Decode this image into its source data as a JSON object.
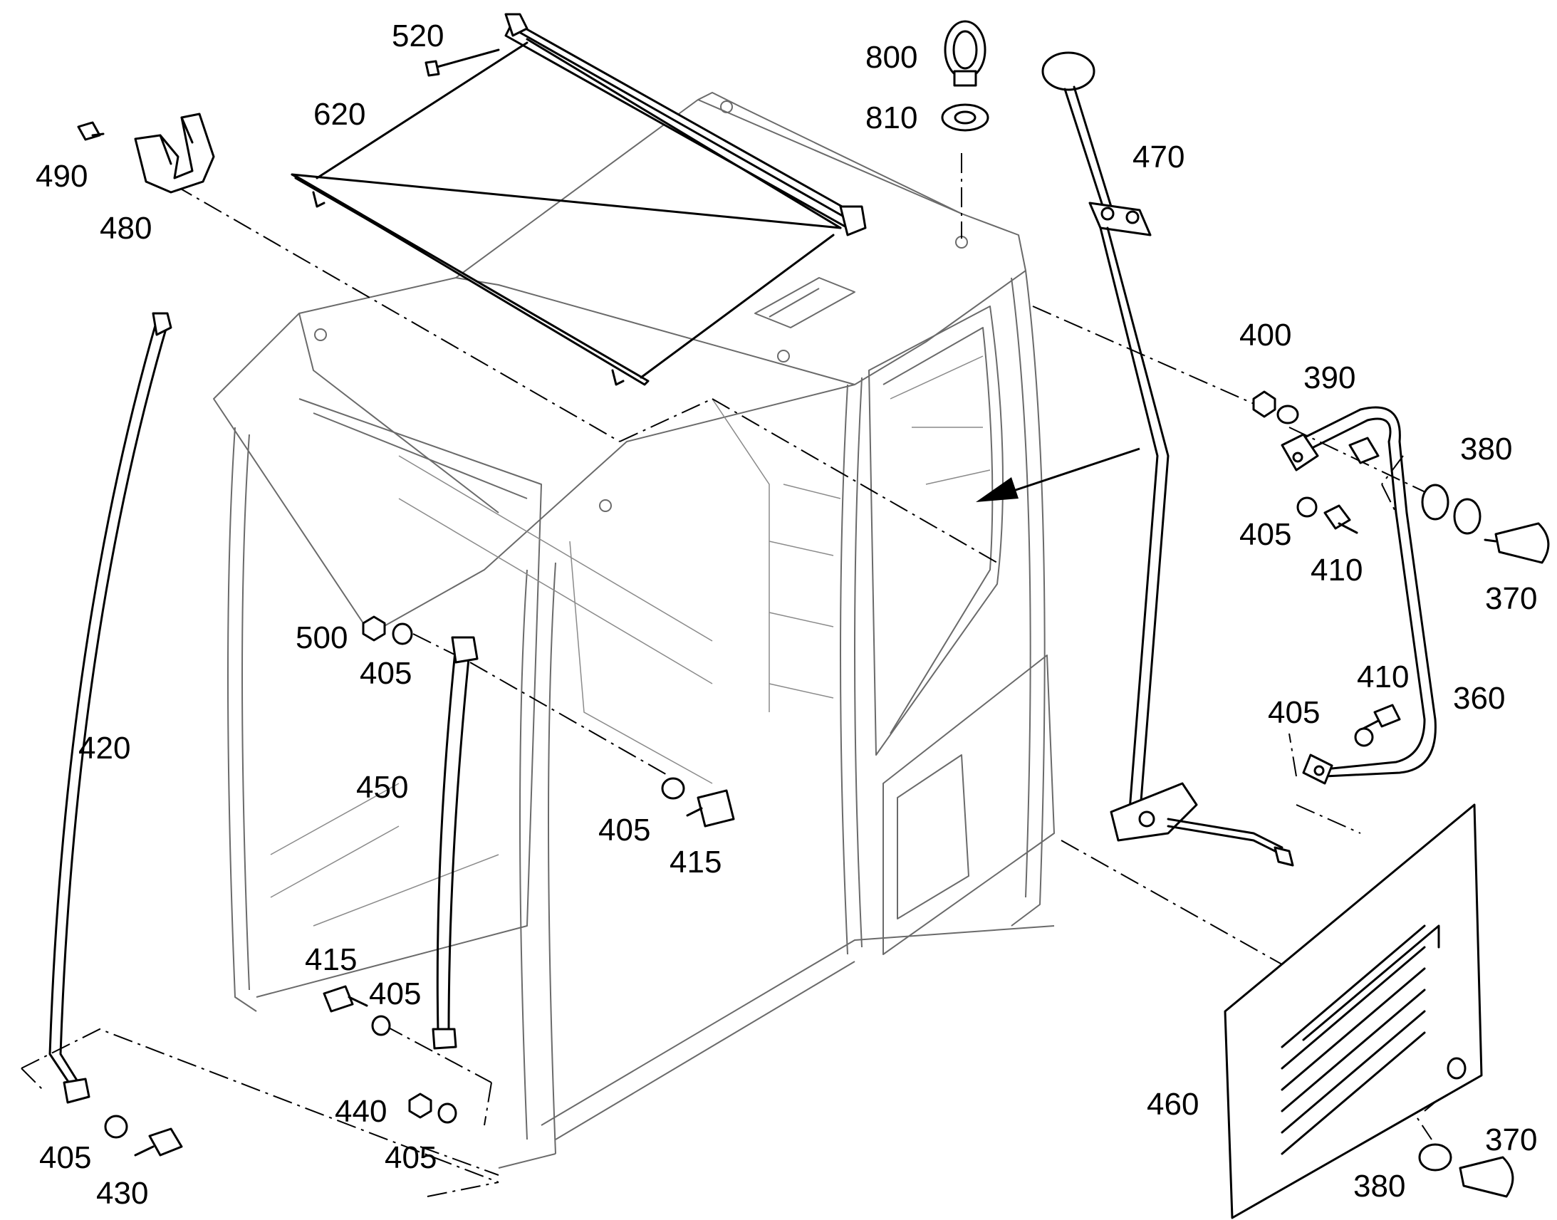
{
  "callouts": {
    "c520": "520",
    "c620": "620",
    "c800": "800",
    "c810": "810",
    "c470": "470",
    "c490": "490",
    "c480": "480",
    "c400": "400",
    "c390": "390",
    "c380a": "380",
    "c405a": "405",
    "c410a": "410",
    "c370a": "370",
    "c500": "500",
    "c405b": "405",
    "c420": "420",
    "c450": "450",
    "c405c": "405",
    "c415a": "415",
    "c410b": "410",
    "c360": "360",
    "c405d": "405",
    "c415b": "415",
    "c405e": "405",
    "c440": "440",
    "c405f": "405",
    "c460": "460",
    "c405g": "405",
    "c430": "430",
    "c370b": "370",
    "c380b": "380"
  }
}
